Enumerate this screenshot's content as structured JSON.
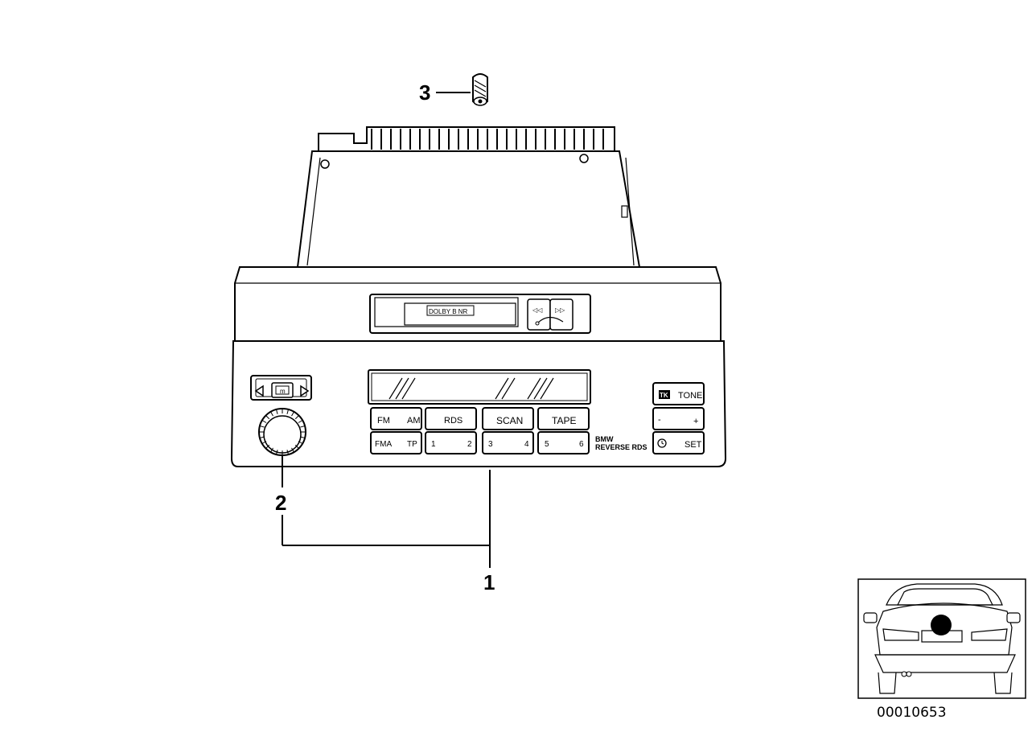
{
  "callouts": {
    "part1": "1",
    "part2": "2",
    "part3": "3"
  },
  "radio": {
    "cassette_label": "DOLBY B NR",
    "rewind_icon": "◁◁",
    "forward_icon": "▷▷",
    "buttons": {
      "fm": "FM",
      "am": "AM",
      "rds": "RDS",
      "scan": "SCAN",
      "tape": "TAPE",
      "fma": "FMA",
      "tp": "TP",
      "p1": "1",
      "p2": "2",
      "p3": "3",
      "p4": "4",
      "p5": "5",
      "p6": "6",
      "tone_icon": "TK",
      "tone": "TONE",
      "minus": "-",
      "plus": "+",
      "set": "SET",
      "mode": "m"
    },
    "brand_line1": "BMW",
    "brand_line2": "REVERSE RDS"
  },
  "diagram_id": "00010653",
  "icons": {
    "left_arrow": "triangle-left-icon",
    "right_arrow": "triangle-right-icon",
    "clock": "clock-icon",
    "location_marker": "filled-circle-icon"
  }
}
